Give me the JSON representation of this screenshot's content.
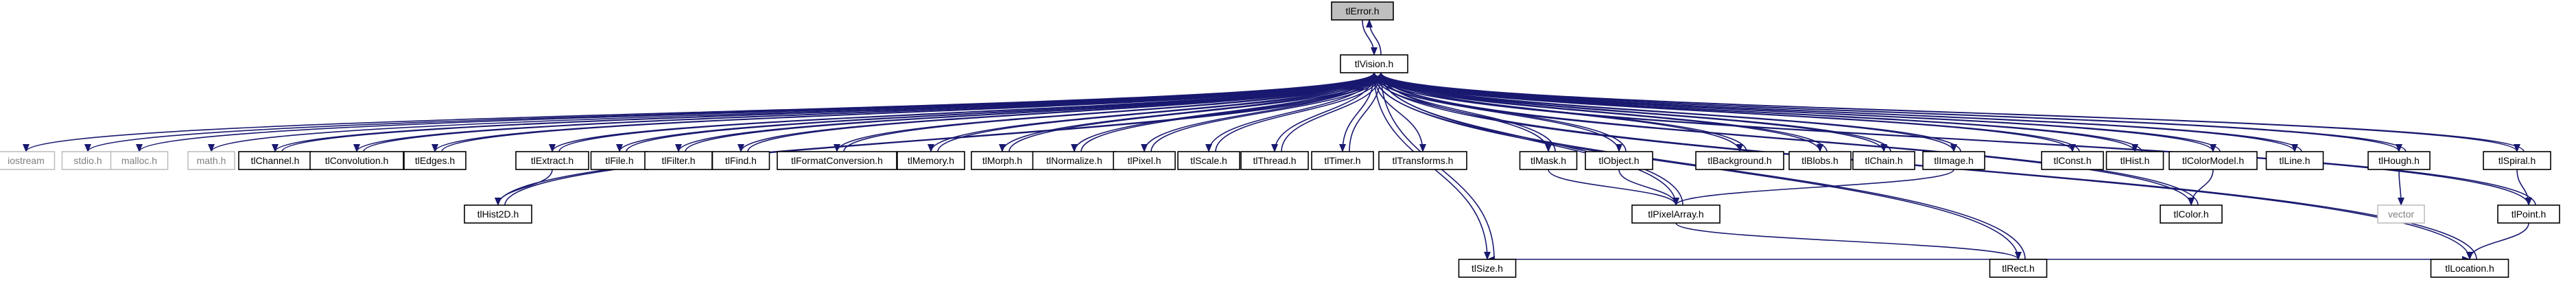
{
  "graph": {
    "edge_color": "#191970",
    "highlight_fill": "#bfbfbf",
    "external_stroke": "#bfbfbf",
    "nodes": [
      {
        "id": "tlError",
        "label": "tlError.h",
        "kind": "highlight"
      },
      {
        "id": "tlVision",
        "label": "tlVision.h",
        "kind": "normal"
      },
      {
        "id": "iostream",
        "label": "iostream",
        "kind": "external"
      },
      {
        "id": "stdio",
        "label": "stdio.h",
        "kind": "external"
      },
      {
        "id": "malloc",
        "label": "malloc.h",
        "kind": "external"
      },
      {
        "id": "math",
        "label": "math.h",
        "kind": "external"
      },
      {
        "id": "tlChannel",
        "label": "tlChannel.h",
        "kind": "normal"
      },
      {
        "id": "tlConvolution",
        "label": "tlConvolution.h",
        "kind": "normal"
      },
      {
        "id": "tlEdges",
        "label": "tlEdges.h",
        "kind": "normal"
      },
      {
        "id": "tlExtract",
        "label": "tlExtract.h",
        "kind": "normal"
      },
      {
        "id": "tlFile",
        "label": "tlFile.h",
        "kind": "normal"
      },
      {
        "id": "tlFilter",
        "label": "tlFilter.h",
        "kind": "normal"
      },
      {
        "id": "tlFind",
        "label": "tlFind.h",
        "kind": "normal"
      },
      {
        "id": "tlFormatConversion",
        "label": "tlFormatConversion.h",
        "kind": "normal"
      },
      {
        "id": "tlMemory",
        "label": "tlMemory.h",
        "kind": "normal"
      },
      {
        "id": "tlMorph",
        "label": "tlMorph.h",
        "kind": "normal"
      },
      {
        "id": "tlNormalize",
        "label": "tlNormalize.h",
        "kind": "normal"
      },
      {
        "id": "tlPixel",
        "label": "tlPixel.h",
        "kind": "normal"
      },
      {
        "id": "tlScale",
        "label": "tlScale.h",
        "kind": "normal"
      },
      {
        "id": "tlThread",
        "label": "tlThread.h",
        "kind": "normal"
      },
      {
        "id": "tlTimer",
        "label": "tlTimer.h",
        "kind": "normal"
      },
      {
        "id": "tlTransforms",
        "label": "tlTransforms.h",
        "kind": "normal"
      },
      {
        "id": "tlMask",
        "label": "tlMask.h",
        "kind": "normal"
      },
      {
        "id": "tlObject",
        "label": "tlObject.h",
        "kind": "normal"
      },
      {
        "id": "tlBackground",
        "label": "tlBackground.h",
        "kind": "normal"
      },
      {
        "id": "tlBlobs",
        "label": "tlBlobs.h",
        "kind": "normal"
      },
      {
        "id": "tlChain",
        "label": "tlChain.h",
        "kind": "normal"
      },
      {
        "id": "tlImage",
        "label": "tlImage.h",
        "kind": "normal"
      },
      {
        "id": "tlConst",
        "label": "tlConst.h",
        "kind": "normal"
      },
      {
        "id": "tlHist",
        "label": "tlHist.h",
        "kind": "normal"
      },
      {
        "id": "tlColorModel",
        "label": "tlColorModel.h",
        "kind": "normal"
      },
      {
        "id": "tlLine",
        "label": "tlLine.h",
        "kind": "normal"
      },
      {
        "id": "tlHough",
        "label": "tlHough.h",
        "kind": "normal"
      },
      {
        "id": "tlSpiral",
        "label": "tlSpiral.h",
        "kind": "normal"
      },
      {
        "id": "tlHist2D",
        "label": "tlHist2D.h",
        "kind": "normal"
      },
      {
        "id": "tlPixelArray",
        "label": "tlPixelArray.h",
        "kind": "normal"
      },
      {
        "id": "tlColor",
        "label": "tlColor.h",
        "kind": "normal"
      },
      {
        "id": "vector",
        "label": "vector",
        "kind": "external"
      },
      {
        "id": "tlPoint",
        "label": "tlPoint.h",
        "kind": "normal"
      },
      {
        "id": "tlRect",
        "label": "tlRect.h",
        "kind": "normal"
      },
      {
        "id": "tlSize",
        "label": "tlSize.h",
        "kind": "normal"
      },
      {
        "id": "tlLocation",
        "label": "tlLocation.h",
        "kind": "normal"
      }
    ],
    "edges": [
      [
        "tlError",
        "tlVision"
      ],
      [
        "tlVision",
        "tlError"
      ],
      [
        "tlVision",
        "iostream"
      ],
      [
        "tlVision",
        "stdio"
      ],
      [
        "tlVision",
        "malloc"
      ],
      [
        "tlVision",
        "math"
      ],
      [
        "tlVision",
        "tlChannel"
      ],
      [
        "tlVision",
        "tlConvolution"
      ],
      [
        "tlVision",
        "tlEdges"
      ],
      [
        "tlVision",
        "tlExtract"
      ],
      [
        "tlVision",
        "tlFile"
      ],
      [
        "tlVision",
        "tlFilter"
      ],
      [
        "tlVision",
        "tlFind"
      ],
      [
        "tlVision",
        "tlFormatConversion"
      ],
      [
        "tlVision",
        "tlMemory"
      ],
      [
        "tlVision",
        "tlMorph"
      ],
      [
        "tlVision",
        "tlNormalize"
      ],
      [
        "tlVision",
        "tlPixel"
      ],
      [
        "tlVision",
        "tlScale"
      ],
      [
        "tlVision",
        "tlThread"
      ],
      [
        "tlVision",
        "tlTimer"
      ],
      [
        "tlVision",
        "tlTransforms"
      ],
      [
        "tlVision",
        "tlMask"
      ],
      [
        "tlVision",
        "tlObject"
      ],
      [
        "tlVision",
        "tlBackground"
      ],
      [
        "tlVision",
        "tlBlobs"
      ],
      [
        "tlVision",
        "tlChain"
      ],
      [
        "tlVision",
        "tlImage"
      ],
      [
        "tlVision",
        "tlConst"
      ],
      [
        "tlVision",
        "tlHist"
      ],
      [
        "tlVision",
        "tlColorModel"
      ],
      [
        "tlVision",
        "tlLine"
      ],
      [
        "tlVision",
        "tlHough"
      ],
      [
        "tlVision",
        "tlSpiral"
      ],
      [
        "tlVision",
        "tlHist2D"
      ],
      [
        "tlVision",
        "tlPixelArray"
      ],
      [
        "tlVision",
        "tlColor"
      ],
      [
        "tlVision",
        "tlPoint"
      ],
      [
        "tlVision",
        "tlRect"
      ],
      [
        "tlVision",
        "tlSize"
      ],
      [
        "tlVision",
        "tlLocation"
      ],
      [
        "tlChannel",
        "tlVision"
      ],
      [
        "tlConvolution",
        "tlVision"
      ],
      [
        "tlEdges",
        "tlVision"
      ],
      [
        "tlExtract",
        "tlVision"
      ],
      [
        "tlFile",
        "tlVision"
      ],
      [
        "tlFilter",
        "tlVision"
      ],
      [
        "tlFind",
        "tlVision"
      ],
      [
        "tlFormatConversion",
        "tlVision"
      ],
      [
        "tlMemory",
        "tlVision"
      ],
      [
        "tlMorph",
        "tlVision"
      ],
      [
        "tlNormalize",
        "tlVision"
      ],
      [
        "tlPixel",
        "tlVision"
      ],
      [
        "tlScale",
        "tlVision"
      ],
      [
        "tlThread",
        "tlVision"
      ],
      [
        "tlTimer",
        "tlVision"
      ],
      [
        "tlMask",
        "tlVision"
      ],
      [
        "tlObject",
        "tlVision"
      ],
      [
        "tlBackground",
        "tlVision"
      ],
      [
        "tlBlobs",
        "tlVision"
      ],
      [
        "tlChain",
        "tlVision"
      ],
      [
        "tlImage",
        "tlVision"
      ],
      [
        "tlConst",
        "tlVision"
      ],
      [
        "tlHist",
        "tlVision"
      ],
      [
        "tlColorModel",
        "tlVision"
      ],
      [
        "tlLine",
        "tlVision"
      ],
      [
        "tlHough",
        "tlVision"
      ],
      [
        "tlSpiral",
        "tlVision"
      ],
      [
        "tlHist2D",
        "tlVision"
      ],
      [
        "tlPixelArray",
        "tlVision"
      ],
      [
        "tlColor",
        "tlVision"
      ],
      [
        "tlPoint",
        "tlVision"
      ],
      [
        "tlRect",
        "tlVision"
      ],
      [
        "tlSize",
        "tlVision"
      ],
      [
        "tlLocation",
        "tlVision"
      ],
      [
        "tlExtract",
        "tlHist2D"
      ],
      [
        "tlMask",
        "tlPixelArray"
      ],
      [
        "tlObject",
        "tlPixelArray"
      ],
      [
        "tlImage",
        "tlPixelArray"
      ],
      [
        "tlPixelArray",
        "tlRect"
      ],
      [
        "tlColorModel",
        "tlColor"
      ],
      [
        "tlHough",
        "vector"
      ],
      [
        "tlSpiral",
        "tlPoint"
      ],
      [
        "tlPoint",
        "tlLocation"
      ],
      [
        "tlRect",
        "tlSize"
      ],
      [
        "tlRect",
        "tlLocation"
      ]
    ]
  }
}
